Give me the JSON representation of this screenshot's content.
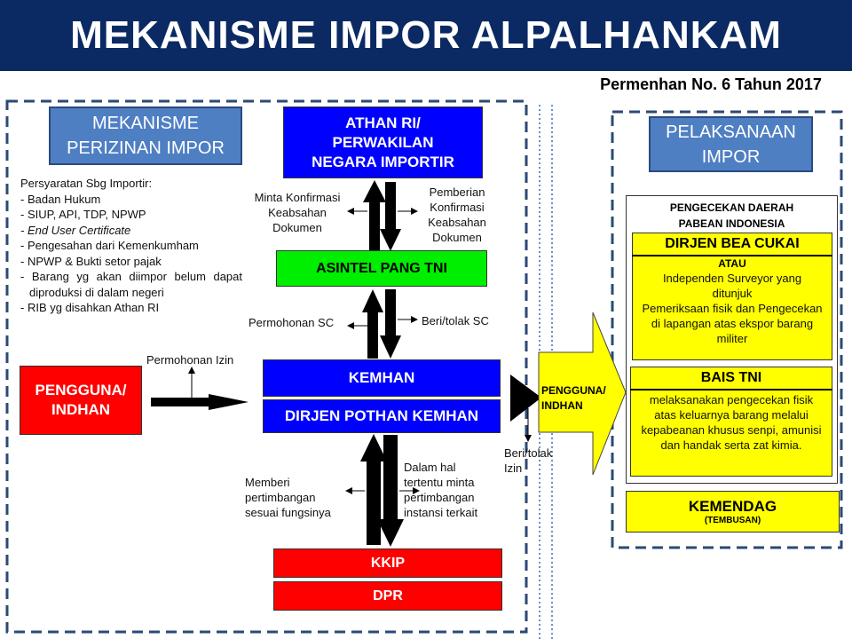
{
  "title": "MEKANISME IMPOR ALPALHANKAM",
  "regulation": "Permenhan No. 6 Tahun 2017",
  "left_section": {
    "heading": "MEKANISME PERIZINAN IMPOR",
    "requirements_title": "Persyaratan Sbg Importir:",
    "requirements": [
      "- Badan Hukum",
      "- SIUP, API, TDP, NPWP",
      "- End User Certificate",
      "- Pengesahan dari Kemenkumham",
      "- NPWP & Bukti setor pajak",
      "- Barang yg akan diimpor belum dapat diproduksi di dalam negeri",
      "- RIB yg disahkan Athan RI"
    ]
  },
  "nodes": {
    "athan": "ATHAN RI/ PERWAKILAN NEGARA IMPORTIR",
    "asintel": "ASINTEL PANG TNI",
    "kemhan": "KEMHAN",
    "dirjen_pothan": "DIRJEN POTHAN KEMHAN",
    "pengguna": "PENGGUNA/ INDHAN",
    "pengguna_arrow": "PENGGUNA/ INDHAN",
    "kkip": "KKIP",
    "dpr": "DPR"
  },
  "labels": {
    "minta": "Minta Konfirmasi Keabsahan Dokumen",
    "pemberian": "Pemberian Konfirmasi Keabsahan Dokumen",
    "permohonan_sc": "Permohonan SC",
    "beri_sc": "Beri/tolak SC",
    "permohonan_izin": "Permohonan Izin",
    "beri_izin": "Beri/tolak Izin",
    "memberi": "Memberi pertimbangan sesuai fungsinya",
    "dalam_hal": "Dalam hal tertentu minta pertimbangan instansi terkait"
  },
  "right_section": {
    "heading": "PELAKSANAAN IMPOR",
    "check_title": "PENGECEKAN DAERAH PABEAN INDONESIA",
    "bea_cukai": {
      "title": "DIRJEN BEA CUKAI",
      "atau": "ATAU",
      "text1": "Independen Surveyor yang ditunjuk",
      "text2": "Pemeriksaan fisik dan Pengecekan di lapangan atas ekspor barang militer"
    },
    "bais": {
      "title": "BAIS TNI",
      "text": "melaksanakan pengecekan fisik atas keluarnya barang melalui kepabeanan khusus senpi, amunisi dan handak serta zat kimia."
    },
    "kemendag": {
      "title": "KEMENDAG",
      "sub": "(TEMBUSAN)"
    }
  },
  "colors": {
    "navy": "#0b2a63",
    "blue": "#0000ff",
    "green": "#00ee00",
    "red": "#ff0000",
    "yellow": "#ffff00"
  }
}
